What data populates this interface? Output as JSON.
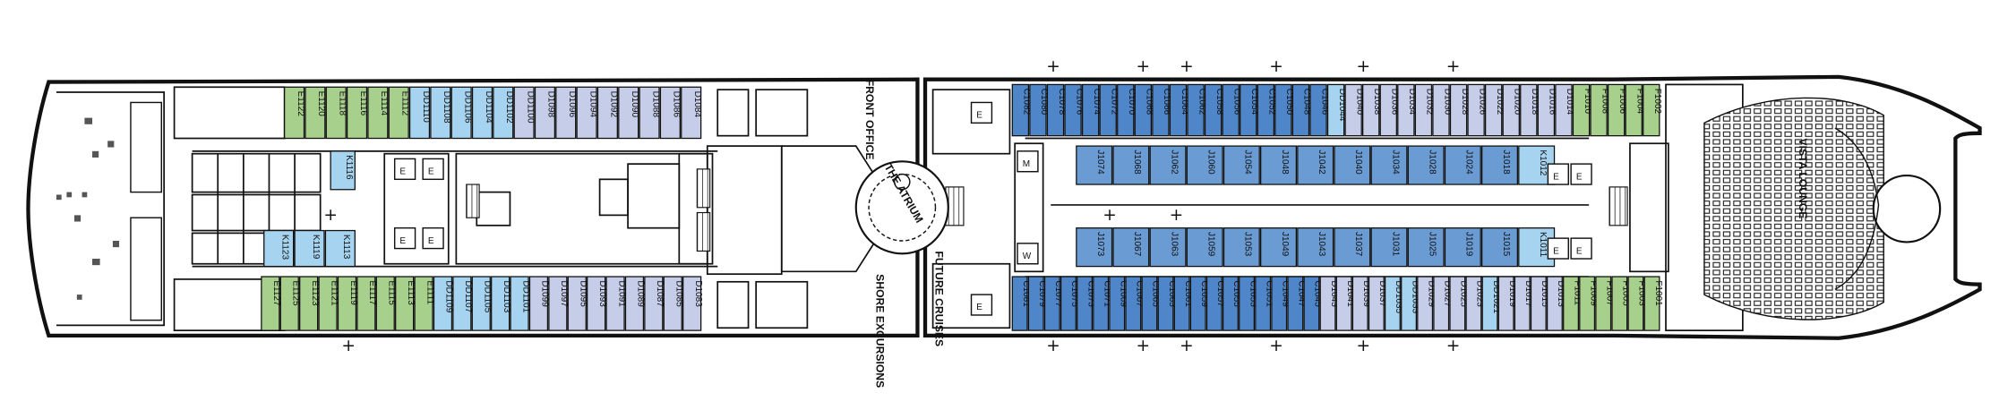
{
  "colors": {
    "green": "#a8d08d",
    "light_blue": "#a6d3ef",
    "lavender": "#c5cde9",
    "blue": "#4f86c9",
    "medium_blue": "#6a9bd3",
    "outline": "#111111"
  },
  "legend_icons": [
    "accessible-icon",
    "connecting-icon",
    "sofa-bed-icon",
    "plus-marker-icon"
  ],
  "areas": {
    "front_office": "FRONT OFFICE",
    "atrium": "THE ATRIUM",
    "future_cruises": "FUTURE CRUISES",
    "shore_excursions": "SHORE EXCURSIONS",
    "vista_lounge": "VISTA LOUNGE"
  },
  "cabins": {
    "aft_top": [
      {
        "id": "E1122",
        "cat": "green"
      },
      {
        "id": "E1120",
        "cat": "green"
      },
      {
        "id": "E1118",
        "cat": "green"
      },
      {
        "id": "E1116",
        "cat": "green"
      },
      {
        "id": "E1114",
        "cat": "green"
      },
      {
        "id": "E1112",
        "cat": "green"
      },
      {
        "id": "DD1110",
        "cat": "light_blue"
      },
      {
        "id": "DD1108",
        "cat": "light_blue"
      },
      {
        "id": "DD1106",
        "cat": "light_blue"
      },
      {
        "id": "DD1104",
        "cat": "light_blue"
      },
      {
        "id": "DD1102",
        "cat": "light_blue"
      },
      {
        "id": "DD1100",
        "cat": "lavender"
      },
      {
        "id": "D1098",
        "cat": "lavender"
      },
      {
        "id": "D1096",
        "cat": "lavender"
      },
      {
        "id": "D1094",
        "cat": "lavender"
      },
      {
        "id": "D1092",
        "cat": "lavender"
      },
      {
        "id": "D1090",
        "cat": "lavender"
      },
      {
        "id": "D1088",
        "cat": "lavender"
      },
      {
        "id": "D1086",
        "cat": "lavender"
      },
      {
        "id": "D1084",
        "cat": "lavender"
      }
    ],
    "aft_bottom": [
      {
        "id": "E1127",
        "cat": "green"
      },
      {
        "id": "E1125",
        "cat": "green"
      },
      {
        "id": "E1123",
        "cat": "green"
      },
      {
        "id": "E1121",
        "cat": "green"
      },
      {
        "id": "E1119",
        "cat": "green"
      },
      {
        "id": "E1117",
        "cat": "green"
      },
      {
        "id": "E1115",
        "cat": "green"
      },
      {
        "id": "E1113",
        "cat": "green"
      },
      {
        "id": "E1111",
        "cat": "green"
      },
      {
        "id": "DD1109",
        "cat": "light_blue"
      },
      {
        "id": "DD1107",
        "cat": "light_blue"
      },
      {
        "id": "DD1105",
        "cat": "light_blue"
      },
      {
        "id": "DD1103",
        "cat": "light_blue"
      },
      {
        "id": "DD1101",
        "cat": "light_blue"
      },
      {
        "id": "D1099",
        "cat": "lavender"
      },
      {
        "id": "D1097",
        "cat": "lavender"
      },
      {
        "id": "D1095",
        "cat": "lavender"
      },
      {
        "id": "D1093",
        "cat": "lavender"
      },
      {
        "id": "D1091",
        "cat": "lavender"
      },
      {
        "id": "D1089",
        "cat": "lavender"
      },
      {
        "id": "D1087",
        "cat": "lavender"
      },
      {
        "id": "D1085",
        "cat": "lavender"
      },
      {
        "id": "D1083",
        "cat": "lavender"
      }
    ],
    "aft_inner_top": [
      {
        "id": "K1116",
        "cat": "light_blue"
      }
    ],
    "aft_inner_bottom": [
      {
        "id": "K1123",
        "cat": "light_blue"
      },
      {
        "id": "K1119",
        "cat": "light_blue"
      },
      {
        "id": "K1113",
        "cat": "light_blue"
      }
    ],
    "fwd_top": [
      {
        "id": "C1082",
        "cat": "blue"
      },
      {
        "id": "C1080",
        "cat": "blue"
      },
      {
        "id": "C1078",
        "cat": "blue"
      },
      {
        "id": "C1076",
        "cat": "blue"
      },
      {
        "id": "C1074",
        "cat": "blue"
      },
      {
        "id": "C1072",
        "cat": "blue"
      },
      {
        "id": "C1070",
        "cat": "blue"
      },
      {
        "id": "C1068",
        "cat": "blue"
      },
      {
        "id": "C1066",
        "cat": "blue"
      },
      {
        "id": "C1064",
        "cat": "blue"
      },
      {
        "id": "C1062",
        "cat": "blue"
      },
      {
        "id": "C1058",
        "cat": "blue"
      },
      {
        "id": "C1056",
        "cat": "blue"
      },
      {
        "id": "C1054",
        "cat": "blue"
      },
      {
        "id": "C1052",
        "cat": "blue"
      },
      {
        "id": "C1050",
        "cat": "blue"
      },
      {
        "id": "C1048",
        "cat": "blue"
      },
      {
        "id": "C1046",
        "cat": "blue"
      },
      {
        "id": "DD1044",
        "cat": "light_blue"
      },
      {
        "id": "D1040",
        "cat": "lavender"
      },
      {
        "id": "D1038",
        "cat": "lavender"
      },
      {
        "id": "D1036",
        "cat": "lavender"
      },
      {
        "id": "D1034",
        "cat": "lavender"
      },
      {
        "id": "D1032",
        "cat": "lavender"
      },
      {
        "id": "D1030",
        "cat": "lavender"
      },
      {
        "id": "D1028",
        "cat": "lavender"
      },
      {
        "id": "D1026",
        "cat": "lavender"
      },
      {
        "id": "D1022",
        "cat": "lavender"
      },
      {
        "id": "D1020",
        "cat": "lavender"
      },
      {
        "id": "D1018",
        "cat": "lavender"
      },
      {
        "id": "D1016",
        "cat": "lavender"
      },
      {
        "id": "D1014",
        "cat": "lavender"
      },
      {
        "id": "F1010",
        "cat": "green"
      },
      {
        "id": "F1008",
        "cat": "green"
      },
      {
        "id": "F1006",
        "cat": "green"
      },
      {
        "id": "F1004",
        "cat": "green"
      },
      {
        "id": "F1002",
        "cat": "green"
      }
    ],
    "fwd_bottom": [
      {
        "id": "C1081",
        "cat": "blue"
      },
      {
        "id": "C1079",
        "cat": "blue"
      },
      {
        "id": "C1077",
        "cat": "blue"
      },
      {
        "id": "C1075",
        "cat": "blue"
      },
      {
        "id": "C1073",
        "cat": "blue"
      },
      {
        "id": "C1071",
        "cat": "blue"
      },
      {
        "id": "C1069",
        "cat": "blue"
      },
      {
        "id": "C1067",
        "cat": "blue"
      },
      {
        "id": "C1065",
        "cat": "blue"
      },
      {
        "id": "C1063",
        "cat": "blue"
      },
      {
        "id": "C1061",
        "cat": "blue"
      },
      {
        "id": "C1059",
        "cat": "blue"
      },
      {
        "id": "C1057",
        "cat": "blue"
      },
      {
        "id": "C1055",
        "cat": "blue"
      },
      {
        "id": "C1053",
        "cat": "blue"
      },
      {
        "id": "C1051",
        "cat": "blue"
      },
      {
        "id": "C1049",
        "cat": "blue"
      },
      {
        "id": "C1047",
        "cat": "blue"
      },
      {
        "id": "C1045",
        "cat": "blue"
      },
      {
        "id": "D1043",
        "cat": "lavender"
      },
      {
        "id": "D1041",
        "cat": "lavender"
      },
      {
        "id": "D1039",
        "cat": "lavender"
      },
      {
        "id": "D1037",
        "cat": "lavender"
      },
      {
        "id": "DD1035",
        "cat": "light_blue"
      },
      {
        "id": "DD1033",
        "cat": "light_blue"
      },
      {
        "id": "D1029",
        "cat": "lavender"
      },
      {
        "id": "D1027",
        "cat": "lavender"
      },
      {
        "id": "D1025",
        "cat": "lavender"
      },
      {
        "id": "D1023",
        "cat": "lavender"
      },
      {
        "id": "DD1021",
        "cat": "light_blue"
      },
      {
        "id": "D1019",
        "cat": "lavender"
      },
      {
        "id": "D1017",
        "cat": "lavender"
      },
      {
        "id": "D1015",
        "cat": "lavender"
      },
      {
        "id": "D1013",
        "cat": "lavender"
      },
      {
        "id": "F1011",
        "cat": "green"
      },
      {
        "id": "F1009",
        "cat": "green"
      },
      {
        "id": "F1007",
        "cat": "green"
      },
      {
        "id": "F1005",
        "cat": "green"
      },
      {
        "id": "F1003",
        "cat": "green"
      },
      {
        "id": "F1001",
        "cat": "green"
      }
    ],
    "inner_top": [
      {
        "id": "J1074",
        "cat": "medium_blue"
      },
      {
        "id": "J1068",
        "cat": "medium_blue"
      },
      {
        "id": "J1062",
        "cat": "medium_blue"
      },
      {
        "id": "J1060",
        "cat": "medium_blue"
      },
      {
        "id": "J1054",
        "cat": "medium_blue"
      },
      {
        "id": "J1048",
        "cat": "medium_blue"
      },
      {
        "id": "J1042",
        "cat": "medium_blue"
      },
      {
        "id": "J1040",
        "cat": "medium_blue"
      },
      {
        "id": "J1034",
        "cat": "medium_blue"
      },
      {
        "id": "J1028",
        "cat": "medium_blue"
      },
      {
        "id": "J1024",
        "cat": "medium_blue"
      },
      {
        "id": "J1018",
        "cat": "medium_blue"
      },
      {
        "id": "K1012",
        "cat": "light_blue"
      }
    ],
    "inner_bottom": [
      {
        "id": "J1073",
        "cat": "medium_blue"
      },
      {
        "id": "J1067",
        "cat": "medium_blue"
      },
      {
        "id": "J1063",
        "cat": "medium_blue"
      },
      {
        "id": "J1059",
        "cat": "medium_blue"
      },
      {
        "id": "J1053",
        "cat": "medium_blue"
      },
      {
        "id": "J1049",
        "cat": "medium_blue"
      },
      {
        "id": "J1043",
        "cat": "medium_blue"
      },
      {
        "id": "J1037",
        "cat": "medium_blue"
      },
      {
        "id": "J1031",
        "cat": "medium_blue"
      },
      {
        "id": "J1025",
        "cat": "medium_blue"
      },
      {
        "id": "J1019",
        "cat": "medium_blue"
      },
      {
        "id": "J1015",
        "cat": "medium_blue"
      },
      {
        "id": "K1011",
        "cat": "light_blue"
      }
    ]
  },
  "service_labels": {
    "elevator": "E",
    "women": "W",
    "men": "M"
  }
}
